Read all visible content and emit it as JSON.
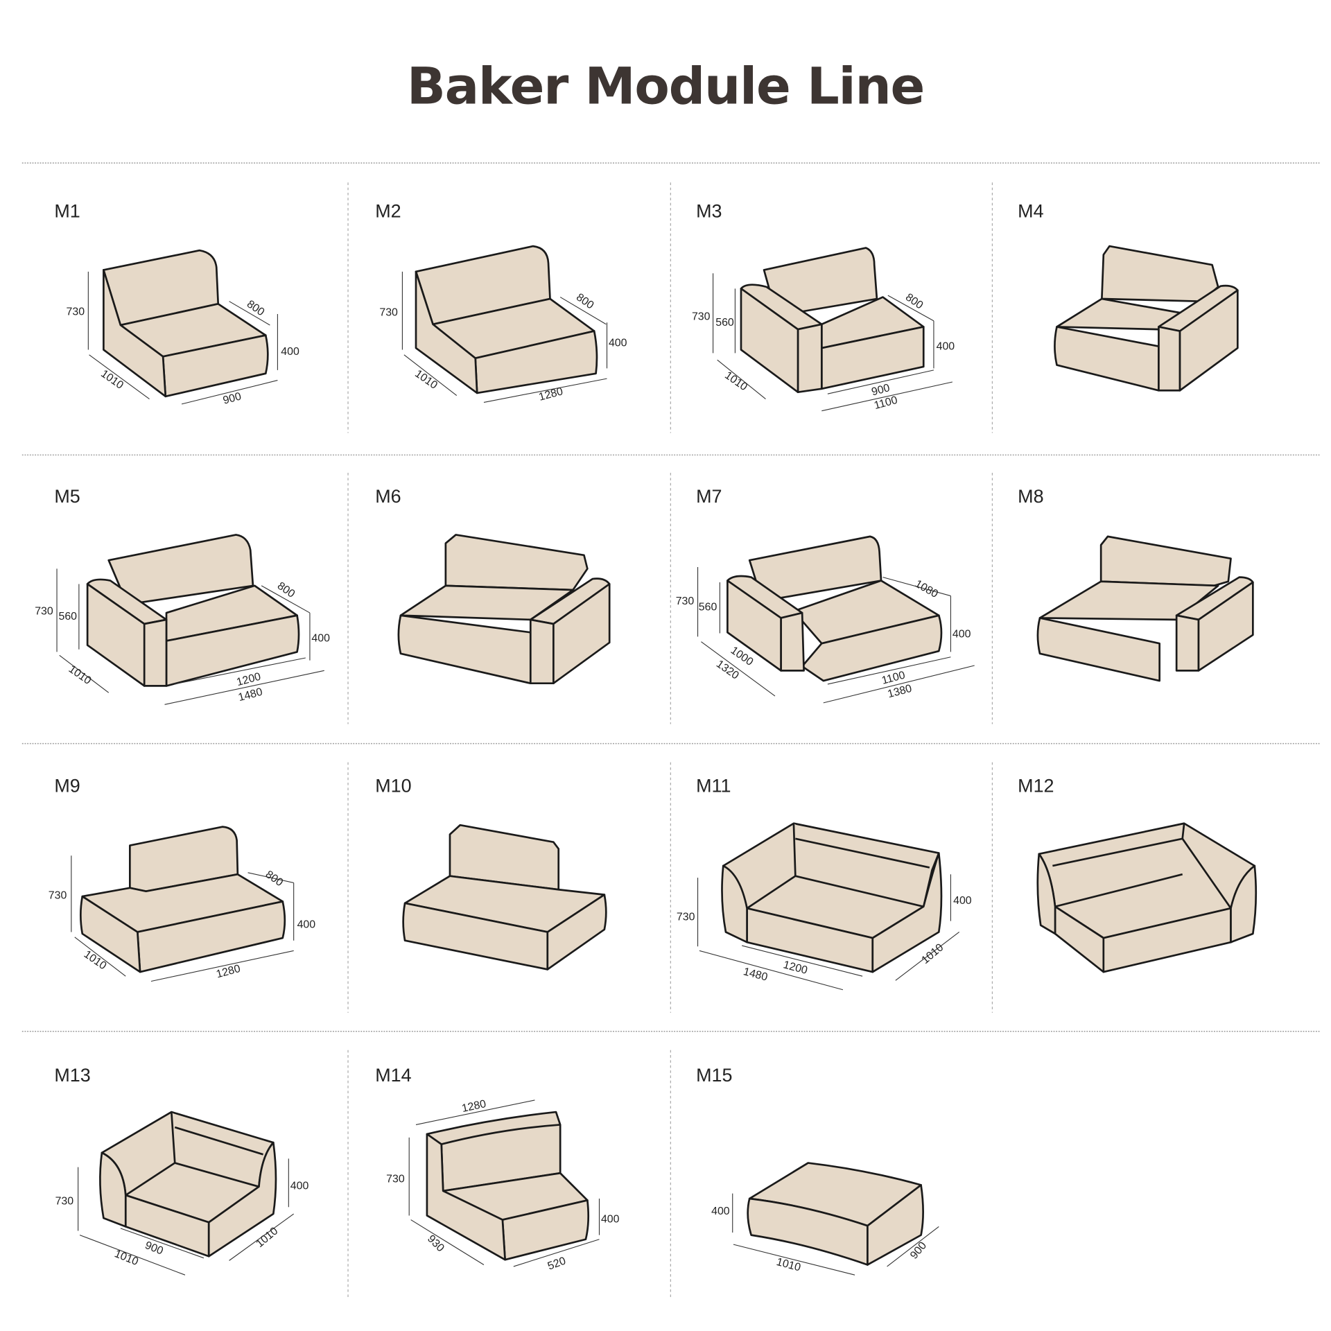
{
  "title": "Baker Module Line",
  "modules": [
    {
      "label": "M1",
      "dims": [
        "730",
        "800",
        "400",
        "1010",
        "900"
      ]
    },
    {
      "label": "M2",
      "dims": [
        "730",
        "800",
        "400",
        "1010",
        "1280"
      ]
    },
    {
      "label": "M3",
      "dims": [
        "730",
        "560",
        "800",
        "400",
        "1010",
        "900",
        "1100"
      ]
    },
    {
      "label": "M4",
      "dims": []
    },
    {
      "label": "M5",
      "dims": [
        "730",
        "560",
        "800",
        "400",
        "1010",
        "1200",
        "1480"
      ]
    },
    {
      "label": "M6",
      "dims": []
    },
    {
      "label": "M7",
      "dims": [
        "730",
        "560",
        "1080",
        "400",
        "1000",
        "1320",
        "1100",
        "1380"
      ]
    },
    {
      "label": "M8",
      "dims": []
    },
    {
      "label": "M9",
      "dims": [
        "730",
        "800",
        "400",
        "1010",
        "1280"
      ]
    },
    {
      "label": "M10",
      "dims": []
    },
    {
      "label": "M11",
      "dims": [
        "730",
        "400",
        "1200",
        "1480",
        "1010"
      ]
    },
    {
      "label": "M12",
      "dims": []
    },
    {
      "label": "M13",
      "dims": [
        "730",
        "400",
        "900",
        "1010",
        "1010"
      ]
    },
    {
      "label": "M14",
      "dims": [
        "1280",
        "730",
        "400",
        "930",
        "520"
      ]
    },
    {
      "label": "M15",
      "dims": [
        "400",
        "1010",
        "900"
      ]
    }
  ]
}
